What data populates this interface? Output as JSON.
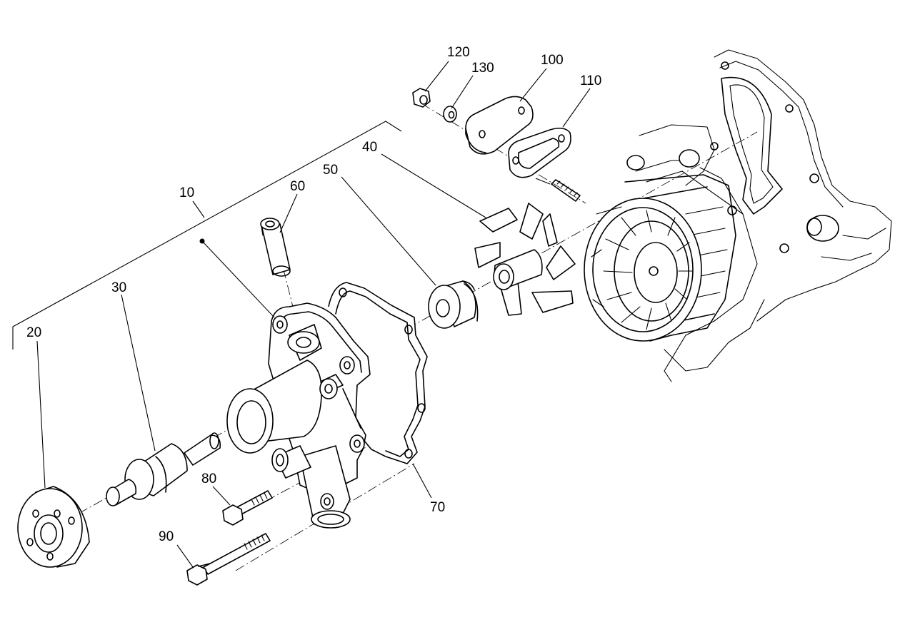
{
  "callouts": {
    "c10": "10",
    "c20": "20",
    "c30": "30",
    "c40": "40",
    "c50": "50",
    "c60": "60",
    "c70": "70",
    "c80": "80",
    "c90": "90",
    "c100": "100",
    "c110": "110",
    "c120": "120",
    "c130": "130"
  }
}
